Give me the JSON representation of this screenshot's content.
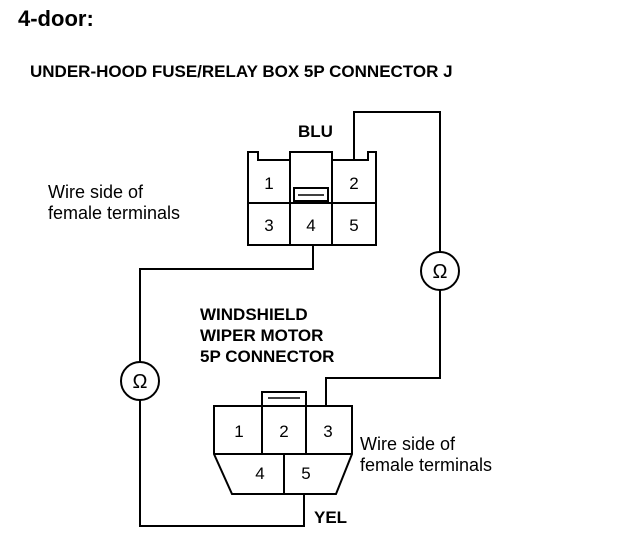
{
  "title": "4-door:",
  "subtitle": "UNDER-HOOD FUSE/RELAY BOX 5P CONNECTOR J",
  "fuse_box_connector": {
    "color_label": "BLU",
    "side_note": [
      "Wire side of",
      "female terminals"
    ],
    "pins": [
      "1",
      "2",
      "3",
      "4",
      "5"
    ]
  },
  "wiper_motor_connector": {
    "label_lines": [
      "WINDSHIELD",
      "WIPER MOTOR",
      "5P CONNECTOR"
    ],
    "color_label": "YEL",
    "side_note": [
      "Wire side of",
      "female terminals"
    ],
    "pins": [
      "1",
      "2",
      "3",
      "4",
      "5"
    ]
  },
  "meters": {
    "symbol": "Ω"
  }
}
